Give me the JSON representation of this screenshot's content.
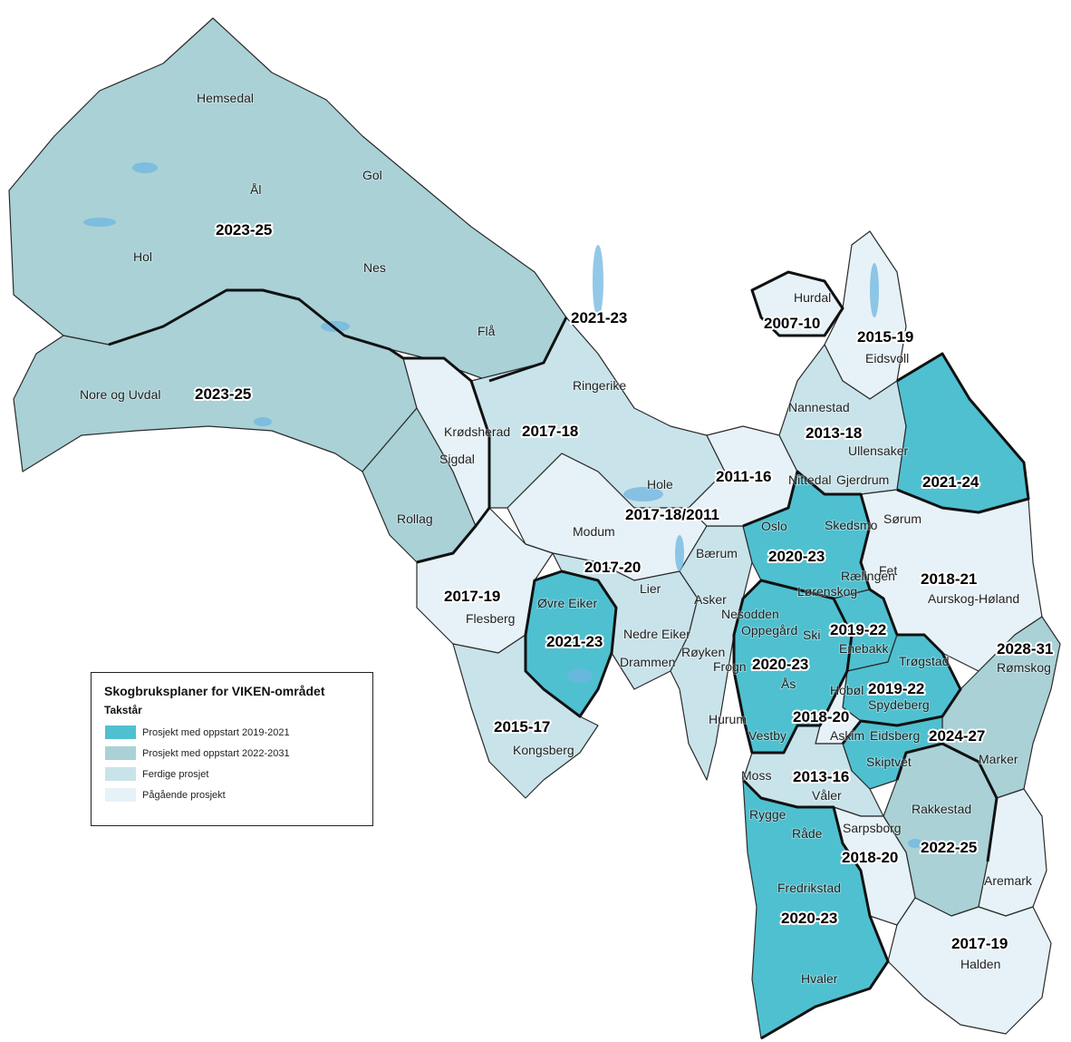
{
  "map": {
    "categories": {
      "p2019": {
        "label": "Prosjekt med oppstart 2019-2021",
        "color": "#4fc0d0"
      },
      "p2022": {
        "label": "Prosjekt med oppstart 2022-2031",
        "color": "#a9d1d6"
      },
      "done": {
        "label": "Ferdige prosjet",
        "color": "#c9e3ea"
      },
      "ongoing": {
        "label": "Pågående prosjekt",
        "color": "#e6f2f7"
      }
    },
    "municipalities": [
      "Hemsedal",
      "Gol",
      "Ål",
      "Hol",
      "Nes",
      "Flå",
      "Nore og Uvdal",
      "Ringerike",
      "Krødsherad",
      "Sigdal",
      "Rollag",
      "Hole",
      "Modum",
      "Flesberg",
      "Øvre Eiker",
      "Lier",
      "Bærum",
      "Asker",
      "Nedre Eiker",
      "Røyken",
      "Drammen",
      "Kongsberg",
      "Hurdal",
      "Eidsvoll",
      "Nannestad",
      "Ullensaker",
      "Nittedal",
      "Gjerdrum",
      "Oslo",
      "Skedsmo",
      "Sørum",
      "Fet",
      "Rælingen",
      "Lørenskog",
      "Aurskog-Høland",
      "Nesodden",
      "Oppegård",
      "Ski",
      "Enebakk",
      "Trøgstad",
      "Frogn",
      "Ås",
      "Hobøl",
      "Spydeberg",
      "Rømskog",
      "Hurum",
      "Vestby",
      "Askim",
      "Eidsberg",
      "Marker",
      "Skiptvet",
      "Moss",
      "Våler",
      "Rakkestad",
      "Rygge",
      "Råde",
      "Sarpsborg",
      "Aremark",
      "Fredrikstad",
      "Halden",
      "Hvaler"
    ],
    "years": [
      "2023-25",
      "2023-25",
      "2021-23",
      "2007-10",
      "2015-19",
      "2017-18",
      "2013-18",
      "2011-16",
      "2021-24",
      "2017-18/2011",
      "2020-23",
      "2017-20",
      "2018-21",
      "2017-19",
      "2019-22",
      "2021-23",
      "2028-31",
      "2020-23",
      "2019-22",
      "2018-20",
      "2024-27",
      "2015-17",
      "2013-16",
      "2018-20",
      "2022-25",
      "2020-23",
      "2017-19"
    ]
  },
  "legend": {
    "title": "Skogbruksplaner for VIKEN-området",
    "subtitle": "Takstår"
  }
}
